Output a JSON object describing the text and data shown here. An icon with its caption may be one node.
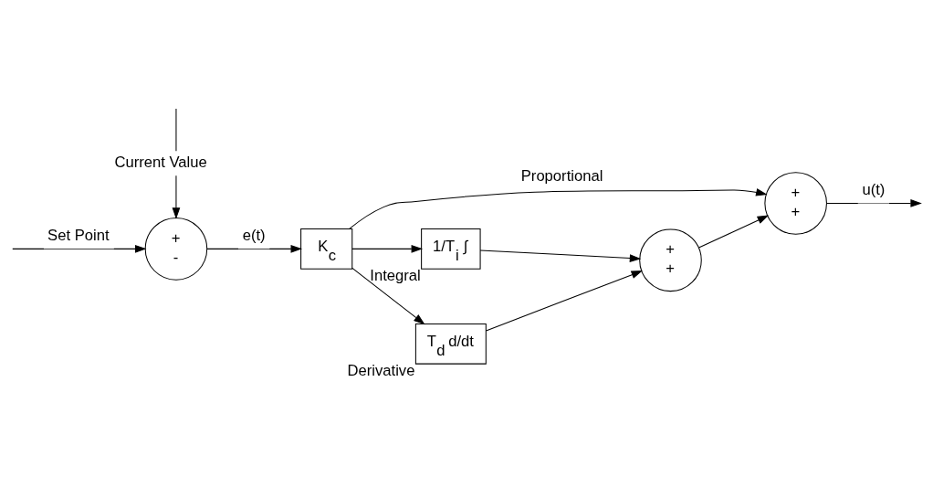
{
  "diagram": {
    "nodes": [
      {
        "text": [
          "+",
          "-"
        ]
      },
      {
        "text": [
          "K$_{c}$"
        ]
      },
      {
        "text": [
          "+",
          "+"
        ]
      },
      {
        "text": [
          "1/T$_{i}$ ∫"
        ],
        "beside": [
          "Integral"
        ]
      },
      {
        "text": [
          "+",
          "+"
        ]
      },
      {
        "text": [
          "T$_{d}$ d/dt"
        ],
        "beside": [
          "Derivative"
        ]
      }
    ],
    "edges": [
      {
        "from": null,
        "to": 0,
        "arrow": "to",
        "label": "Set Point"
      },
      {
        "from": null,
        "to": 0,
        "arrow": "to",
        "label": "Current Value"
      },
      {
        "from": 0,
        "to": 1,
        "arrow": "to",
        "label": "e(t)"
      },
      {
        "from": 1,
        "to": 2,
        "arrow": "to",
        "label": "Proportional"
      },
      {
        "from": 1,
        "to": 3,
        "arrow": "to"
      },
      {
        "from": 1,
        "to": 5,
        "arrow": "to"
      },
      {
        "from": 3,
        "to": 4,
        "arrow": "to"
      },
      {
        "from": 5,
        "to": 4,
        "arrow": "to"
      },
      {
        "from": 4,
        "to": 2,
        "arrow": "to"
      },
      {
        "from": 2,
        "to": null,
        "arrow": "to",
        "label": "u(t)"
      }
    ]
  }
}
